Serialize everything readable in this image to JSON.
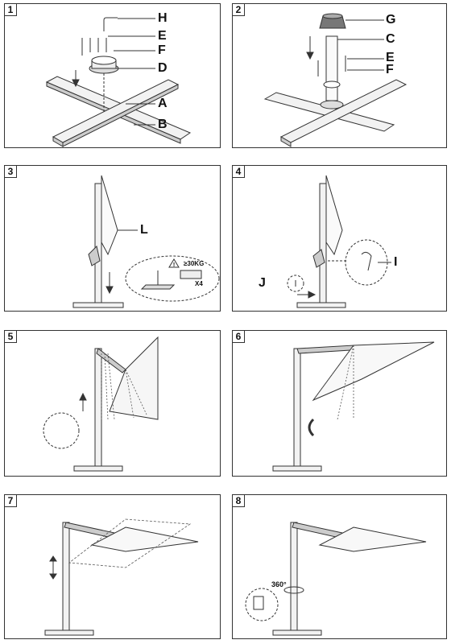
{
  "steps": [
    {
      "number": "1",
      "labels": {
        "H": "H",
        "E": "E",
        "F": "F",
        "D": "D",
        "A": "A",
        "B": "B"
      }
    },
    {
      "number": "2",
      "labels": {
        "G": "G",
        "C": "C",
        "E": "E",
        "F": "F"
      }
    },
    {
      "number": "3",
      "labels": {
        "L": "L"
      },
      "weight_text": "≥30KG",
      "multiplier_text": "X4",
      "warning_icon": "warning-triangle-icon"
    },
    {
      "number": "4",
      "labels": {
        "I": "I",
        "J": "J"
      }
    },
    {
      "number": "5",
      "labels": {}
    },
    {
      "number": "6",
      "labels": {}
    },
    {
      "number": "7",
      "labels": {}
    },
    {
      "number": "8",
      "labels": {},
      "rotation_text": "360°"
    }
  ],
  "colors": {
    "line": "#333333",
    "fill_light": "#eeeeee",
    "fill_mid": "#d6d6d6"
  }
}
